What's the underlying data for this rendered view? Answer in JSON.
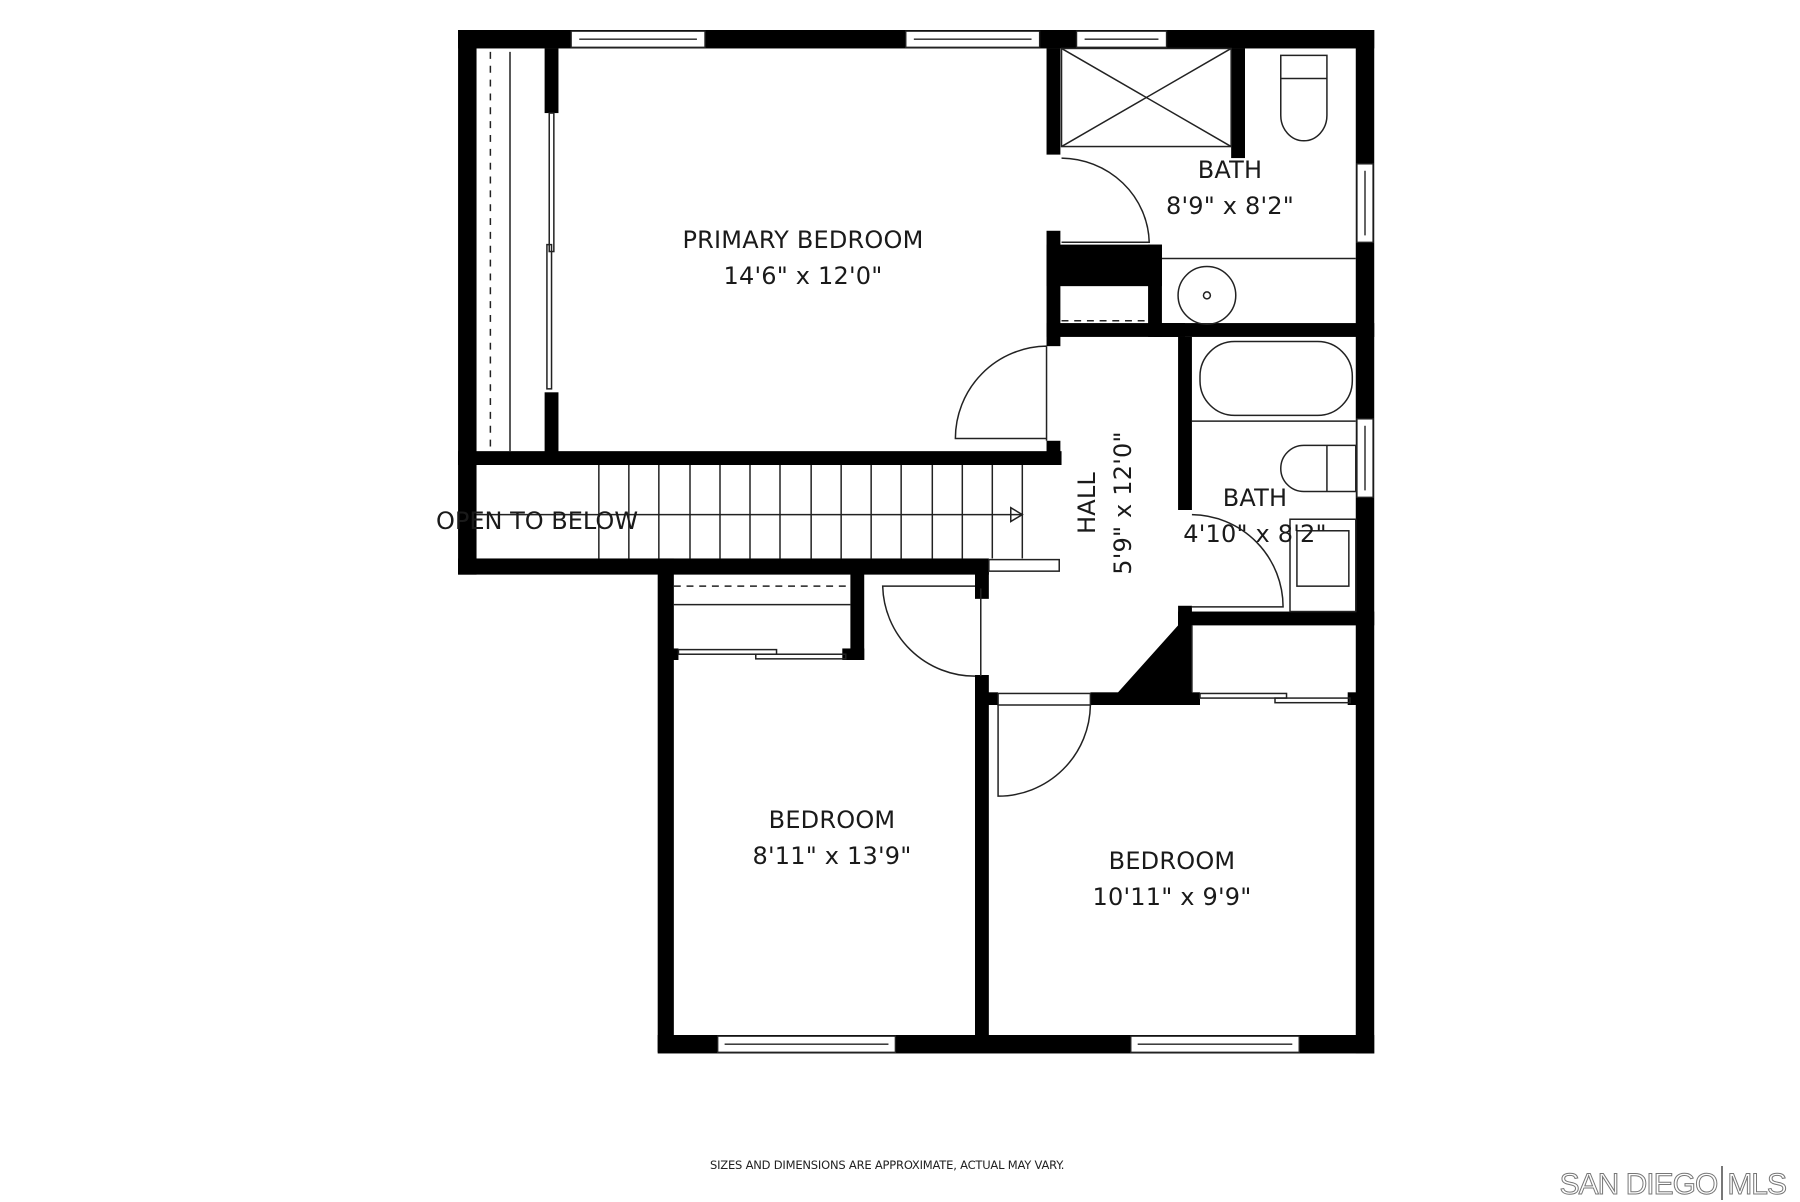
{
  "floorplan": {
    "rooms": [
      {
        "id": "primary-bedroom",
        "name": "PRIMARY BEDROOM",
        "dimensions": "14'6\" x 12'0\""
      },
      {
        "id": "bath-primary",
        "name": "BATH",
        "dimensions": "8'9\" x 8'2\""
      },
      {
        "id": "hall",
        "name": "HALL",
        "dimensions": "5'9\" x 12'0\""
      },
      {
        "id": "bath-hall",
        "name": "BATH",
        "dimensions": "4'10\" x 8'2\""
      },
      {
        "id": "bedroom-left",
        "name": "BEDROOM",
        "dimensions": "8'11\" x 13'9\""
      },
      {
        "id": "bedroom-right",
        "name": "BEDROOM",
        "dimensions": "10'11\" x 9'9\""
      }
    ],
    "open_to_below": "OPEN TO BELOW"
  },
  "footer": {
    "disclaimer": "SIZES AND DIMENSIONS ARE APPROXIMATE, ACTUAL MAY VARY.",
    "brand_left": "SAN DIEGO",
    "brand_right": "MLS"
  },
  "colors": {
    "wall": "#000000",
    "background": "#ffffff",
    "fixture_line": "#222222"
  }
}
